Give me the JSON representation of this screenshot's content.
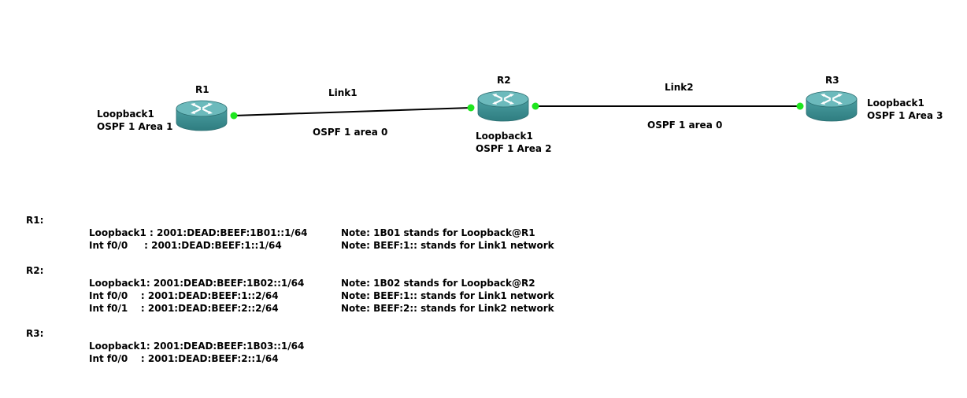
{
  "colors": {
    "router_body": "#3d8f92",
    "router_top": "#5fb4b6",
    "port": "#1ee61e",
    "link": "#000000"
  },
  "topology": {
    "routers": [
      {
        "id": "r1",
        "name": "R1",
        "loopback": "Loopback1",
        "ospf": "OSPF 1 Area 1"
      },
      {
        "id": "r2",
        "name": "R2",
        "loopback": "Loopback1",
        "ospf": "OSPF 1 Area 2"
      },
      {
        "id": "r3",
        "name": "R3",
        "loopback": "Loopback1",
        "ospf": "OSPF 1 Area 3"
      }
    ],
    "links": [
      {
        "name": "Link1",
        "ospf": "OSPF 1 area 0"
      },
      {
        "name": "Link2",
        "ospf": "OSPF 1 area 0"
      }
    ]
  },
  "config": {
    "r1": {
      "heading": "R1:",
      "lines": [
        "Loopback1 : 2001:DEAD:BEEF:1B01::1/64",
        "Int f0/0     : 2001:DEAD:BEEF:1::1/64"
      ],
      "notes": [
        "Note: 1B01 stands for Loopback@R1",
        "Note: BEEF:1:: stands for Link1 network"
      ]
    },
    "r2": {
      "heading": "R2:",
      "lines": [
        "Loopback1: 2001:DEAD:BEEF:1B02::1/64",
        "Int f0/0    : 2001:DEAD:BEEF:1::2/64",
        "Int f0/1    : 2001:DEAD:BEEF:2::2/64"
      ],
      "notes": [
        "Note: 1B02 stands for Loopback@R2",
        "Note: BEEF:1:: stands for Link1 network",
        "Note: BEEF:2:: stands for Link2 network"
      ]
    },
    "r3": {
      "heading": "R3:",
      "lines": [
        "Loopback1: 2001:DEAD:BEEF:1B03::1/64",
        "Int f0/0    : 2001:DEAD:BEEF:2::1/64"
      ],
      "notes": []
    }
  }
}
